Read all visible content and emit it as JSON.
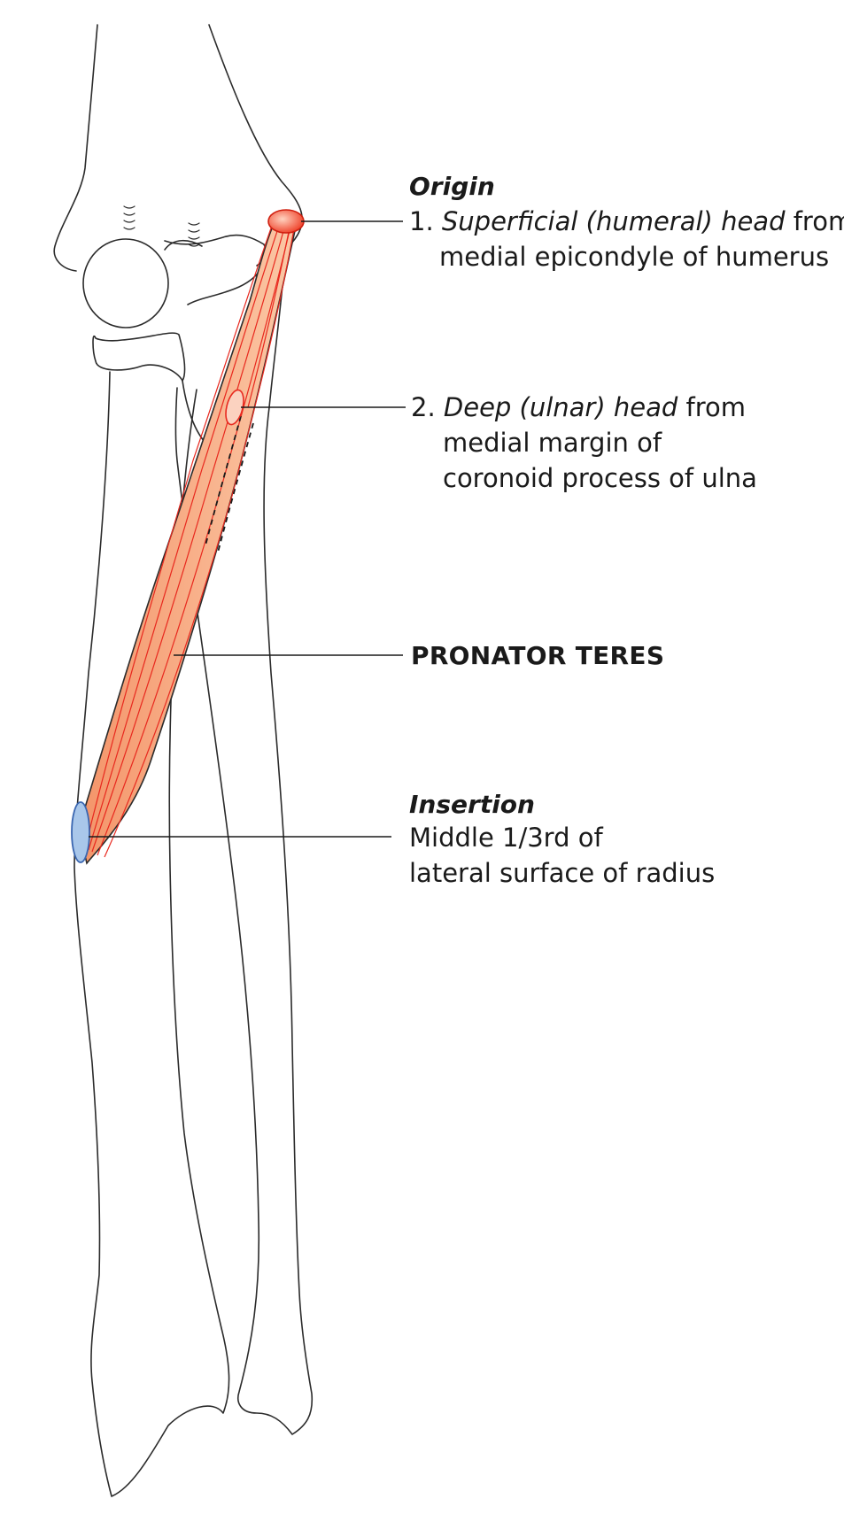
{
  "colors": {
    "muscle_fill": "#f7b48e",
    "muscle_fibre": "#e8281e",
    "origin_fill": "#f04a32",
    "insertion_fill": "#a9c7ea",
    "insertion_stroke": "#3a66b0",
    "bone_stroke": "#2b2b2b",
    "leader_line": "#1a1a1a"
  },
  "origin": {
    "heading": "Origin",
    "item1_number": "1.",
    "item1_italic": "Superficial (humeral) head",
    "item1_rest": " from",
    "item1_line2": "medial epicondyle of humerus",
    "item2_number": "2.",
    "item2_italic": "Deep (ulnar) head",
    "item2_rest": " from",
    "item2_line2": "medial margin of",
    "item2_line3": "coronoid process of ulna"
  },
  "muscle": {
    "name": "PRONATOR TERES"
  },
  "insertion": {
    "heading": "Insertion",
    "line1": "Middle 1/3rd of",
    "line2": "lateral surface of radius"
  }
}
